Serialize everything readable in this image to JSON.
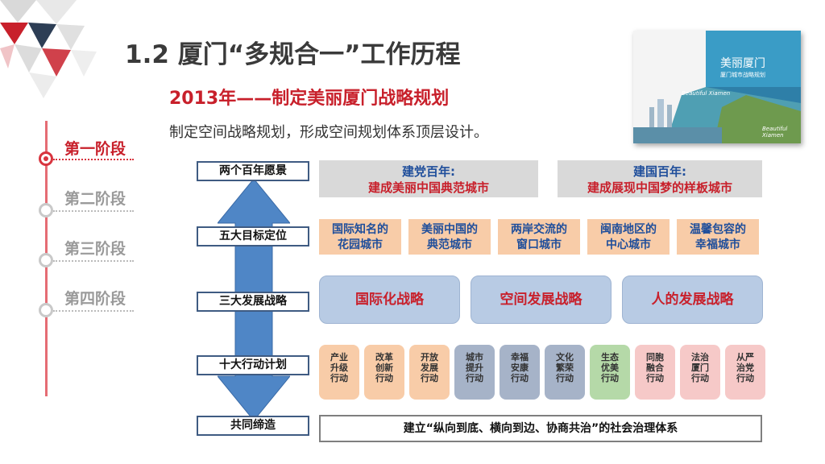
{
  "header": {
    "title": "1.2 厦门“多规合一”工作历程",
    "subtitle": "2013年——制定美丽厦门战略规划",
    "description": "制定空间战略规划，形成空间规划体系顶层设计。"
  },
  "stages": [
    {
      "label": "第一阶段",
      "active": true
    },
    {
      "label": "第二阶段",
      "active": false
    },
    {
      "label": "第三阶段",
      "active": false
    },
    {
      "label": "第四阶段",
      "active": false
    }
  ],
  "rows": {
    "labels": [
      "两个百年愿景",
      "五大目标定位",
      "三大发展战略",
      "十大行动计划",
      "共同缔造"
    ]
  },
  "visions": [
    {
      "line1": "建党百年:",
      "line2": "建成美丽中国典范城市"
    },
    {
      "line1": "建国百年:",
      "line2": "建成展现中国梦的样板城市"
    }
  ],
  "goals": [
    {
      "line1": "国际知名的",
      "line2": "花园城市"
    },
    {
      "line1": "美丽中国的",
      "line2": "典范城市"
    },
    {
      "line1": "两岸交流的",
      "line2": "窗口城市"
    },
    {
      "line1": "闽南地区的",
      "line2": "中心城市"
    },
    {
      "line1": "温馨包容的",
      "line2": "幸福城市"
    }
  ],
  "strategies": [
    "国际化战略",
    "空间发展战略",
    "人的发展战略"
  ],
  "actions": [
    {
      "l1": "产业",
      "l2": "升级",
      "l3": "行动",
      "color": "#f8cca8"
    },
    {
      "l1": "改革",
      "l2": "创新",
      "l3": "行动",
      "color": "#f8cca8"
    },
    {
      "l1": "开放",
      "l2": "发展",
      "l3": "行动",
      "color": "#f8cca8"
    },
    {
      "l1": "城市",
      "l2": "提升",
      "l3": "行动",
      "color": "#a6b3c8"
    },
    {
      "l1": "幸福",
      "l2": "安康",
      "l3": "行动",
      "color": "#a6b3c8"
    },
    {
      "l1": "文化",
      "l2": "繁荣",
      "l3": "行动",
      "color": "#a6b3c8"
    },
    {
      "l1": "生态",
      "l2": "优美",
      "l3": "行动",
      "color": "#b5d9a8"
    },
    {
      "l1": "同胞",
      "l2": "融合",
      "l3": "行动",
      "color": "#f6c9c8"
    },
    {
      "l1": "法治",
      "l2": "厦门",
      "l3": "行动",
      "color": "#f6c9c8"
    },
    {
      "l1": "从严",
      "l2": "治党",
      "l3": "行动",
      "color": "#f6c9c8"
    }
  ],
  "governance": "建立“纵向到底、横向到边、协商共治”的社会治理体系",
  "cover": {
    "title": "美丽厦门",
    "subtitle": "厦门城市战略规划",
    "tag1": "Beautiful Xiamen",
    "tag2": "Beautiful Xiamen"
  },
  "colors": {
    "accent_red": "#c8202b",
    "navy": "#3f5b82",
    "arrow_blue": "#4f86c6"
  }
}
